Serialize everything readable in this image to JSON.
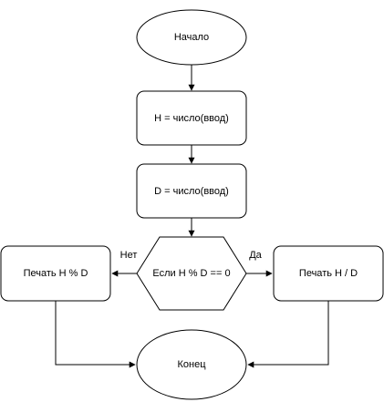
{
  "diagram": {
    "nodes": {
      "start": {
        "label": "Начало",
        "shape": "ellipse"
      },
      "input_h": {
        "label": "H = число(ввод)",
        "shape": "rounded-rect"
      },
      "input_d": {
        "label": "D = число(ввод)",
        "shape": "rounded-rect"
      },
      "condition": {
        "label": "Если H % D == 0",
        "shape": "hexagon"
      },
      "print_mod": {
        "label": "Печать H % D",
        "shape": "rounded-rect"
      },
      "print_div": {
        "label": "Печать H / D",
        "shape": "rounded-rect"
      },
      "end": {
        "label": "Конец",
        "shape": "ellipse"
      }
    },
    "branches": {
      "no": "Нет",
      "yes": "Да"
    },
    "edges": [
      {
        "from": "start",
        "to": "input_h"
      },
      {
        "from": "input_h",
        "to": "input_d"
      },
      {
        "from": "input_d",
        "to": "condition"
      },
      {
        "from": "condition",
        "to": "print_mod",
        "label": "Нет"
      },
      {
        "from": "condition",
        "to": "print_div",
        "label": "Да"
      },
      {
        "from": "print_mod",
        "to": "end"
      },
      {
        "from": "print_div",
        "to": "end"
      }
    ],
    "colors": {
      "stroke": "#000000",
      "fill": "#ffffff",
      "text": "#000000"
    }
  }
}
